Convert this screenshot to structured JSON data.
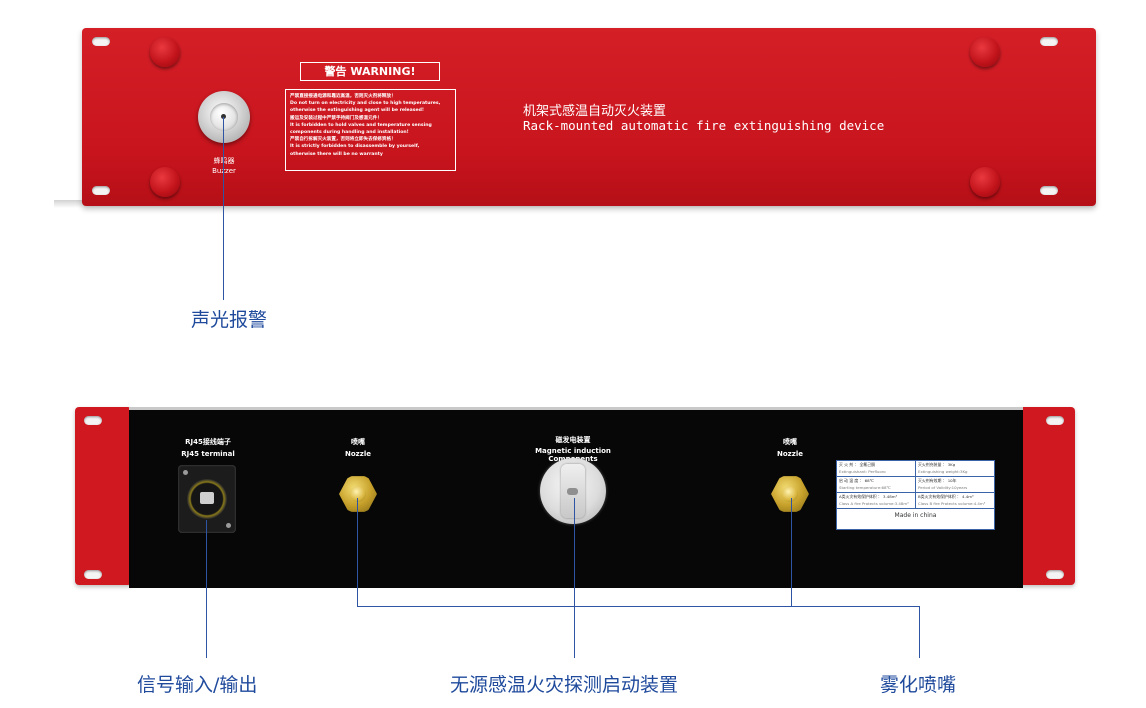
{
  "front": {
    "buzzer_label_cn": "蜂鸣器",
    "buzzer_label_en": "Buzzer",
    "warning_title": "警告 WARNING!",
    "warning_lines": [
      "严禁直接接通电源和靠近高温，否则灭火剂将释放！",
      "Do not turn on electricity and close to high temperatures,",
      "otherwise the extinguishing agent will be released!",
      "搬运及安装过程中严禁手持阀门及感温元件！",
      "It is forbidden to hold valves and temperature sensing",
      "components during handling and installation!",
      "严禁自行拆解灭火装置，否则将立即失去保修资格！",
      "It is strictly forbidden to disassemble by yourself,",
      "otherwise there will be no warranty"
    ],
    "title_cn": "机架式感温自动灭火装置",
    "title_en": "Rack-mounted automatic fire extinguishing device"
  },
  "rear": {
    "rj45_cn": "RJ45接线端子",
    "rj45_en": "RJ45 terminal",
    "nozzle_cn": "喷嘴",
    "nozzle_en": "Nozzle",
    "magnet_cn": "磁发电装置",
    "magnet_en": "Magnetic induction Components",
    "spec": {
      "rows": [
        [
          {
            "cn": "灭 火 剂 ： 全氟己酮",
            "en": "Extinguishant: Perfluoro"
          },
          {
            "cn": "灭火剂充装量 ： 3Kg",
            "en": "Extinguishing weight:3Kg"
          }
        ],
        [
          {
            "cn": "启 动 温 度 ： 68℃",
            "en": "Starting temperature:68℃"
          },
          {
            "cn": "灭火剂有效期 ： 10年",
            "en": "Period of Validity:10years"
          }
        ],
        [
          {
            "cn": "A类火灾有效保护体积 ： 3.48m³",
            "en": "Class A fire Protects volume:3.48m³"
          },
          {
            "cn": "B类火灾有效保护体积 ： 4.4m³",
            "en": "Class B fire Protects volume:4.4m³"
          }
        ]
      ],
      "made_in": "Made in china"
    }
  },
  "callouts": {
    "alarm": "声光报警",
    "signal_io": "信号输入/输出",
    "passive_detect": "无源感温火灾探测启动装置",
    "spray_nozzle": "雾化喷嘴"
  }
}
